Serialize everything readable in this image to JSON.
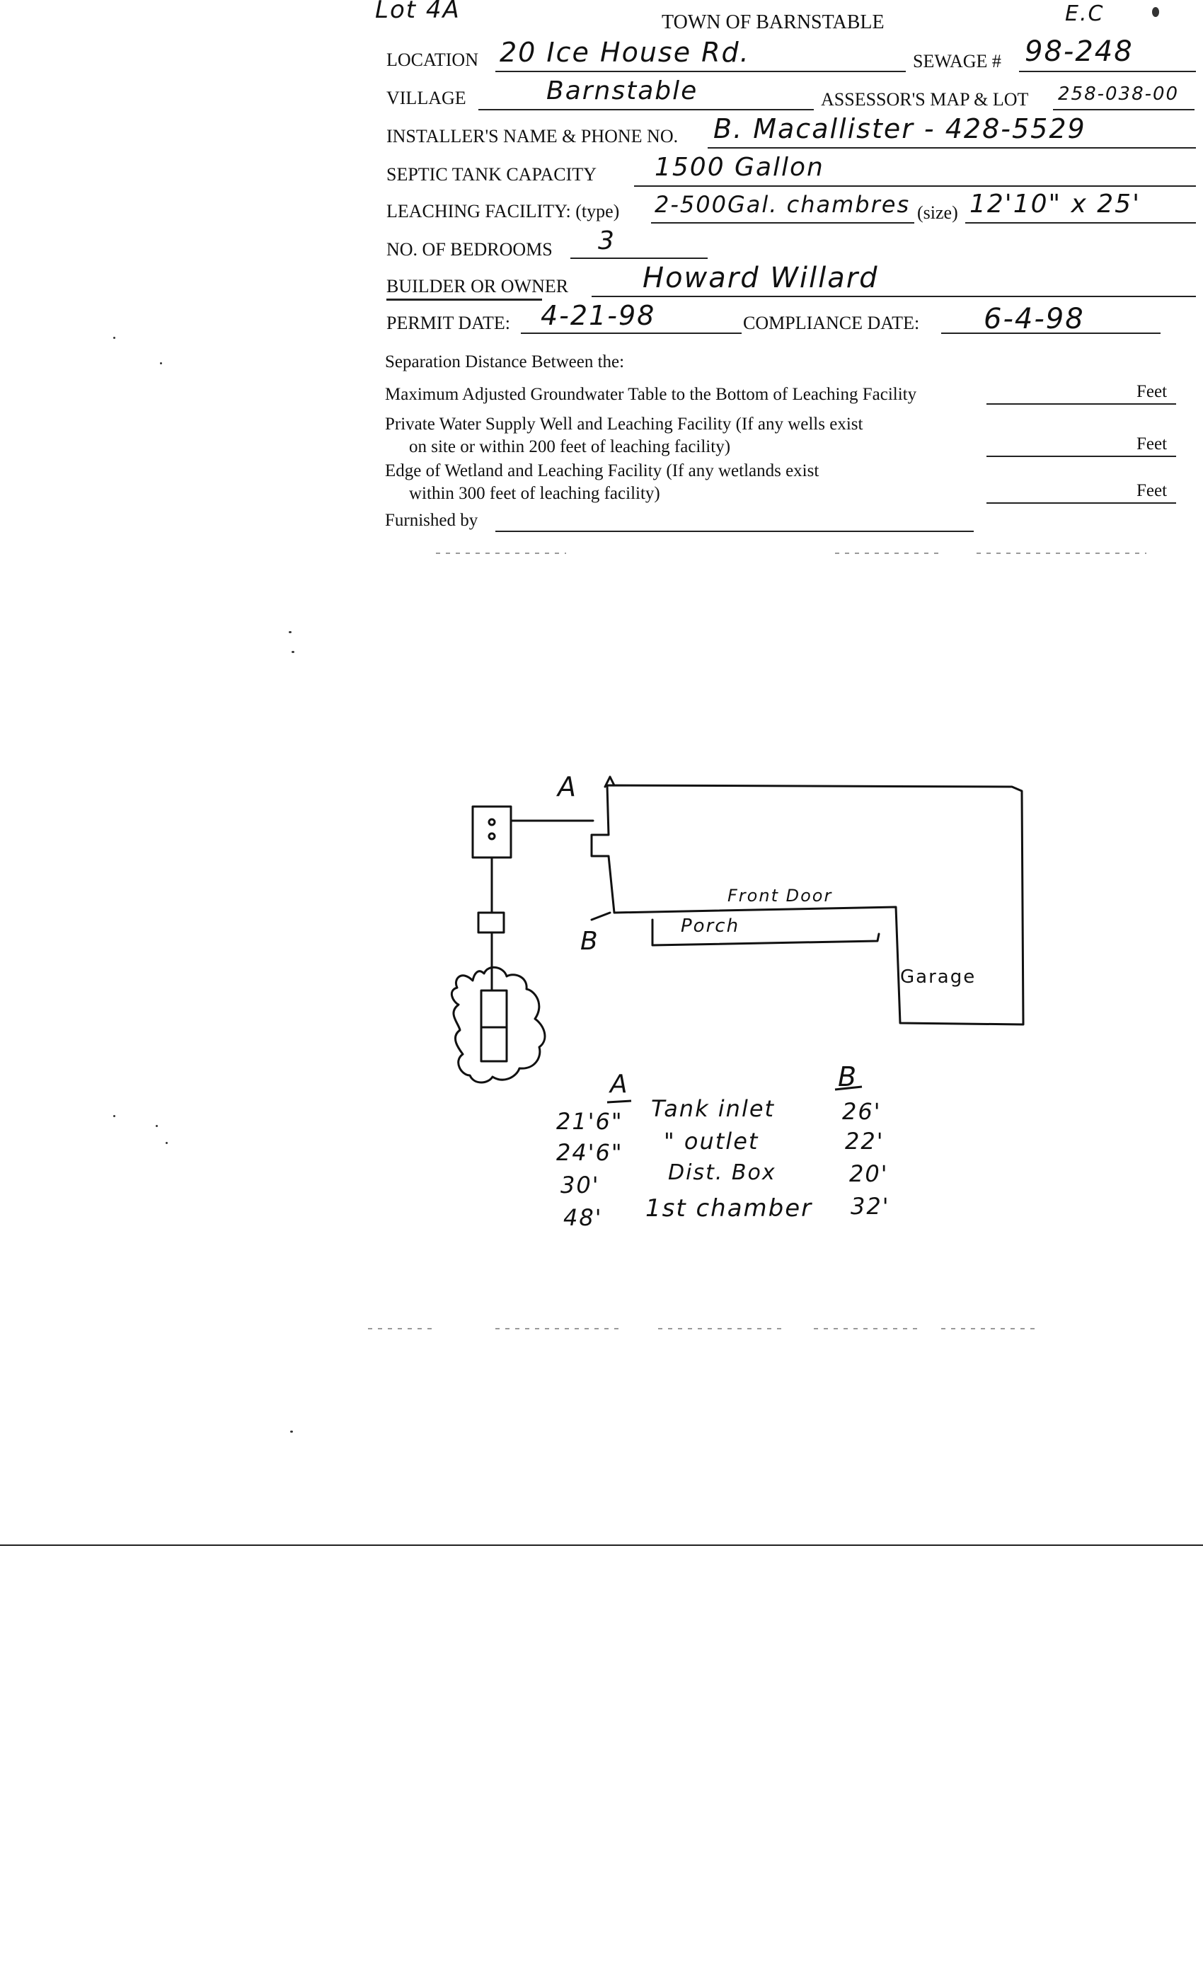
{
  "header": {
    "corner_left": "Lot 4A",
    "title": "TOWN OF BARNSTABLE",
    "corner_right": "E.C"
  },
  "form": {
    "location_label": "LOCATION",
    "location_value": "20 Ice House Rd.",
    "sewage_label": "SEWAGE #",
    "sewage_value": "98-248",
    "village_label": "VILLAGE",
    "village_value": "Barnstable",
    "assessor_label": "ASSESSOR'S MAP & LOT",
    "assessor_value": "258-038-00",
    "installer_label": "INSTALLER'S NAME & PHONE NO.",
    "installer_value": "B. Macallister - 428-5529",
    "septic_label": "SEPTIC TANK CAPACITY",
    "septic_value": "1500 Gallon",
    "leaching_label": "LEACHING FACILITY: (type)",
    "leaching_type_value": "2-500Gal. chambres",
    "leaching_size_label": "(size)",
    "leaching_size_value": "12'10\" x 25'",
    "bedrooms_label": "NO. OF BEDROOMS",
    "bedrooms_value": "3",
    "builder_label": "BUILDER OR OWNER",
    "builder_value": "Howard Willard",
    "permit_label": "PERMIT DATE:",
    "permit_value": "4-21-98",
    "compliance_label": "COMPLIANCE DATE:",
    "compliance_value": "6-4-98"
  },
  "separation": {
    "heading": "Separation Distance Between the:",
    "row1": "Maximum Adjusted Groundwater Table to the Bottom of Leaching Facility",
    "row2_line1": "Private Water Supply Well and Leaching Facility  (If any wells exist",
    "row2_line2": "on site or within 200 feet of leaching facility)",
    "row3_line1": "Edge of Wetland and Leaching Facility (If any wetlands exist",
    "row3_line2": "within 300 feet of leaching facility)",
    "unit": "Feet",
    "furnished_label": "Furnished by"
  },
  "sketch": {
    "label_a": "A",
    "label_b": "B",
    "front_door": "Front Door",
    "porch": "Porch",
    "garage": "Garage"
  },
  "measurements": {
    "col_a_header": "A",
    "col_b_header": "B",
    "rows": [
      {
        "a": "21'6\"",
        "item": "Tank inlet",
        "b": "26'"
      },
      {
        "a": "24'6\"",
        "item": "\" outlet",
        "b": "22'"
      },
      {
        "a": "30'",
        "item": "Dist. Box",
        "b": "20'"
      },
      {
        "a": "48'",
        "item": "1st chamber",
        "b": "32'"
      }
    ]
  }
}
